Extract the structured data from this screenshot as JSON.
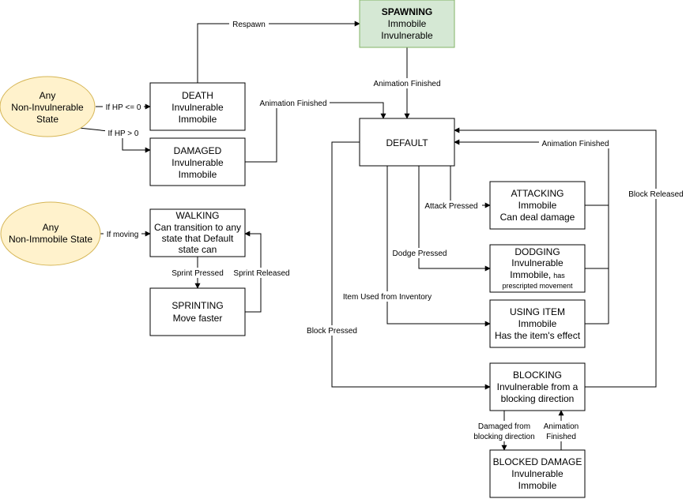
{
  "nodes": {
    "spawning": {
      "title": "SPAWNING",
      "lines": [
        "Immobile",
        "Invulnerable"
      ],
      "fill": "#d5e8d4",
      "stroke": "#82b366"
    },
    "any_non_invulnerable": {
      "lines": [
        "Any",
        "Non-Invulnerable",
        "State"
      ],
      "fill": "#fff2cc",
      "stroke": "#d6b656"
    },
    "death": {
      "lines": [
        "DEATH",
        "Invulnerable",
        "Immobile"
      ]
    },
    "damaged": {
      "lines": [
        "DAMAGED",
        "Invulnerable",
        "Immobile"
      ]
    },
    "default": {
      "lines": [
        "DEFAULT"
      ]
    },
    "any_non_immobile": {
      "lines": [
        "Any",
        "Non-Immobile State"
      ],
      "fill": "#fff2cc",
      "stroke": "#d6b656"
    },
    "walking": {
      "lines": [
        "WALKING",
        "Can transition to any",
        "state that Default",
        "state can"
      ]
    },
    "sprinting": {
      "lines": [
        "SPRINTING",
        "Move faster"
      ]
    },
    "attacking": {
      "lines": [
        "ATTACKING",
        "Immobile",
        "Can deal damage"
      ]
    },
    "dodging": {
      "lines": [
        "DODGING",
        "Invulnerable"
      ],
      "line3_main": "Immobile,",
      "line3_small": "has",
      "line4_small": "prescripted movement"
    },
    "using_item": {
      "lines": [
        "USING ITEM",
        "Immobile",
        "Has the item's effect"
      ]
    },
    "blocking": {
      "lines": [
        "BLOCKING",
        "Invulnerable from a",
        "blocking direction"
      ]
    },
    "blocked_damage": {
      "lines": [
        "BLOCKED DAMAGE",
        "Invulnerable",
        "Immobile"
      ]
    }
  },
  "edges": {
    "respawn": "Respawn",
    "spawn_anim_finished": "Animation Finished",
    "if_hp_le_0": "If HP <= 0",
    "if_hp_gt_0": "If HP > 0",
    "damaged_anim_finished": "Animation Finished",
    "if_moving": "If moving",
    "sprint_pressed": "Sprint Pressed",
    "sprint_released": "Sprint Released",
    "attack_pressed": "Attack Pressed",
    "dodge_pressed": "Dodge Pressed",
    "item_used": "Item Used from Inventory",
    "block_pressed": "Block Pressed",
    "action_anim_finished": "Animation Finished",
    "block_released": "Block Released",
    "damaged_from_dir_1": "Damaged from",
    "damaged_from_dir_2": "blocking direction",
    "blocked_anim_finished_1": "Animation",
    "blocked_anim_finished_2": "Finished"
  }
}
